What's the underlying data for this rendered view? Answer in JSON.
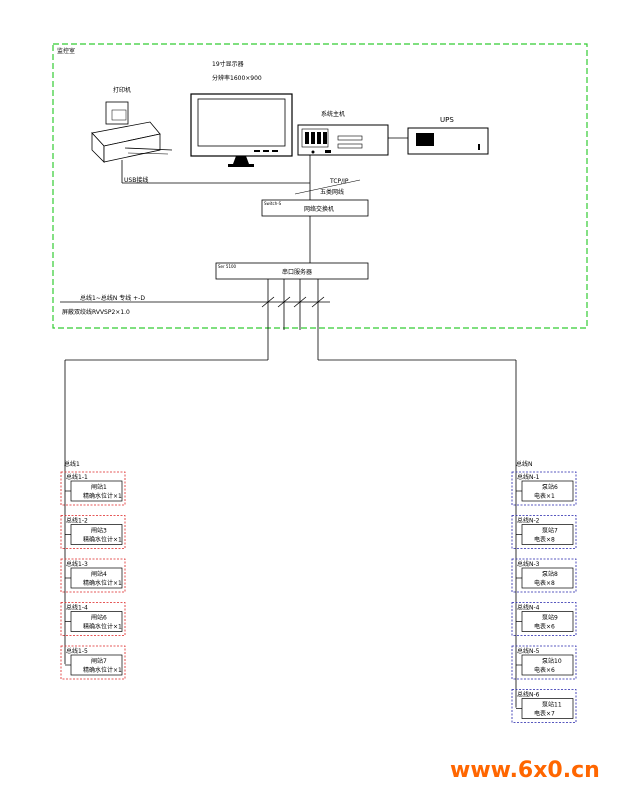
{
  "control_room": {
    "label": "监控室",
    "printer_label": "打印机",
    "usb_label": "USB接线",
    "monitor_label": "19寸显示器",
    "monitor_resolution": "分辨率1600×900",
    "host_label": "系统主机",
    "ups_label": "UPS",
    "tcpip_label": "TCP/IP",
    "ethernet_label": "五类网线",
    "switch_label": "网络交换机",
    "switch_tag": "Switch-S",
    "server_label": "串口服务器",
    "server_tag": "Ser 5100",
    "bus_label_1": "总线1~总线N 专线 +-D",
    "bus_label_2": "屏蔽双绞线RVVSP2×1.0"
  },
  "left_group": {
    "title": "总线1",
    "devices": [
      {
        "bus": "总线1-1",
        "name": "闸站1",
        "sub": "精确水位计×1"
      },
      {
        "bus": "总线1-2",
        "name": "闸站3",
        "sub": "精确水位计×1"
      },
      {
        "bus": "总线1-3",
        "name": "闸站4",
        "sub": "精确水位计×1"
      },
      {
        "bus": "总线1-4",
        "name": "闸站6",
        "sub": "精确水位计×1"
      },
      {
        "bus": "总线1-5",
        "name": "闸站7",
        "sub": "精确水位计×1"
      }
    ]
  },
  "right_group": {
    "title": "总线N",
    "devices": [
      {
        "bus": "总线N-1",
        "name": "泵站6",
        "sub": "电表×1"
      },
      {
        "bus": "总线N-2",
        "name": "泵站7",
        "sub": "电表×8"
      },
      {
        "bus": "总线N-3",
        "name": "泵站8",
        "sub": "电表×8"
      },
      {
        "bus": "总线N-4",
        "name": "泵站9",
        "sub": "电表×6"
      },
      {
        "bus": "总线N-5",
        "name": "泵站10",
        "sub": "电表×6"
      },
      {
        "bus": "总线N-6",
        "name": "泵站11",
        "sub": "电表×7"
      }
    ]
  },
  "watermark": "www.6x0.cn",
  "colors": {
    "room_border": "#33cc33",
    "left_box": "#dd2222",
    "right_box": "#2222aa",
    "watermark": "#ff6600"
  }
}
